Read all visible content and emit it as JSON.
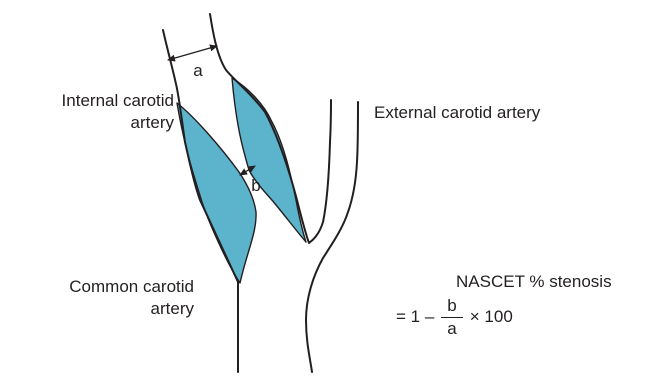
{
  "labels": {
    "internal_line1": "Internal carotid",
    "internal_line2": "artery",
    "external": "External carotid artery",
    "common_line1": "Common carotid",
    "common_line2": "artery",
    "nascet": "NASCET % stenosis"
  },
  "measurements": {
    "a": "a",
    "b": "b"
  },
  "formula": {
    "prefix": "= 1 –",
    "numerator": "b",
    "denominator": "a",
    "suffix": "× 100"
  },
  "colors": {
    "plaque_fill": "#5bb4cc",
    "outline": "#231f20",
    "text": "#231f20"
  }
}
